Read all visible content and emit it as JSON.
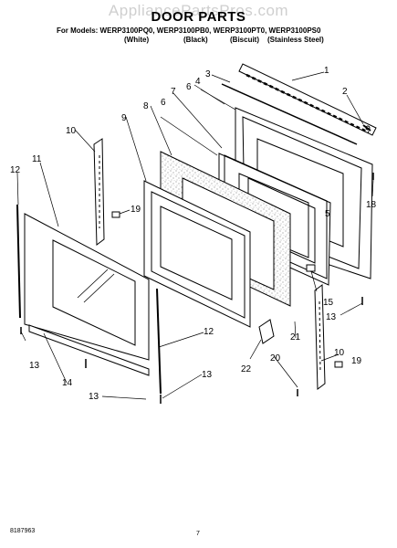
{
  "watermark": "AppliancePartsPros.com",
  "title": "DOOR PARTS",
  "models": "For Models: WERP3100PQ0, WERP3100PB0, WERP3100PT0, WERP3100PS0",
  "colours": [
    "(White)",
    "(Black)",
    "(Biscuit)",
    "(Stainless Steel)"
  ],
  "callouts": [
    "1",
    "2",
    "3",
    "4",
    "5",
    "6",
    "6",
    "7",
    "8",
    "9",
    "10",
    "10",
    "11",
    "12",
    "12",
    "13",
    "13",
    "13",
    "13",
    "14",
    "15",
    "18",
    "19",
    "19",
    "20",
    "21",
    "22"
  ],
  "document_number": "8187963",
  "page_number": "7"
}
